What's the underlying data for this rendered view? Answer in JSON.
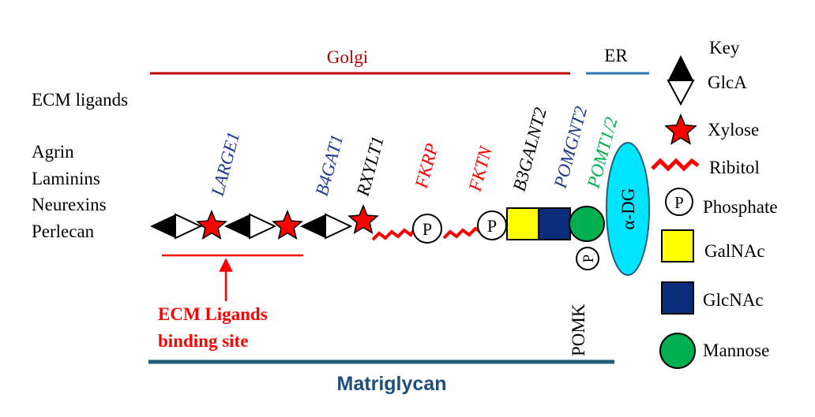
{
  "compartments": {
    "golgi": {
      "label": "Golgi",
      "color": "#c00000"
    },
    "er": {
      "label": "ER",
      "color": "#2e75b6"
    }
  },
  "ligands": {
    "heading": "ECM ligands",
    "items": [
      "Agrin",
      "Laminins",
      "Neurexins",
      "Perlecan"
    ]
  },
  "enzymes": {
    "large1": {
      "label": "LARGE1",
      "color": "#1f3a93"
    },
    "b4gat1": {
      "label": "B4GAT1",
      "color": "#1f3a93"
    },
    "rxylt1": {
      "label": "RXYLT1",
      "color": "#000000"
    },
    "fkrp": {
      "label": "FKRP",
      "color": "#ff0000"
    },
    "fktn": {
      "label": "FKTN",
      "color": "#ff0000"
    },
    "b3galnt2": {
      "label": "B3GALNT2",
      "color": "#000000"
    },
    "pomgnt2": {
      "label": "POMGNT2",
      "color": "#1f3a93"
    },
    "pomt": {
      "label": "POMT1/2",
      "color": "#00b050"
    },
    "pomk": {
      "label": "POMK",
      "color": "#000000"
    }
  },
  "chain": {
    "phosphate_symbol": "P",
    "protein_label": "α-DG"
  },
  "binding_site": {
    "line1": "ECM Ligands",
    "line2": "binding site",
    "color": "#ff0000"
  },
  "matriglycan": {
    "label": "Matriglycan",
    "color": "#1f4e79"
  },
  "key": {
    "title": "Key",
    "glca": "GlcA",
    "xylose": "Xylose",
    "ribitol": "Ribitol",
    "phosphate": "Phosphate",
    "phosphate_symbol": "P",
    "galnac": "GalNAc",
    "glcnac": "GlcNAc",
    "mannose": "Mannose"
  },
  "colors": {
    "xylose_fill": "#ff0000",
    "ribitol": "#ff0000",
    "galnac_fill": "#ffff00",
    "glcnac_fill": "#0b2d7a",
    "mannose_fill": "#00b050",
    "adg_fill": "#00e5ff",
    "chain_line": "#1f5f7a"
  }
}
